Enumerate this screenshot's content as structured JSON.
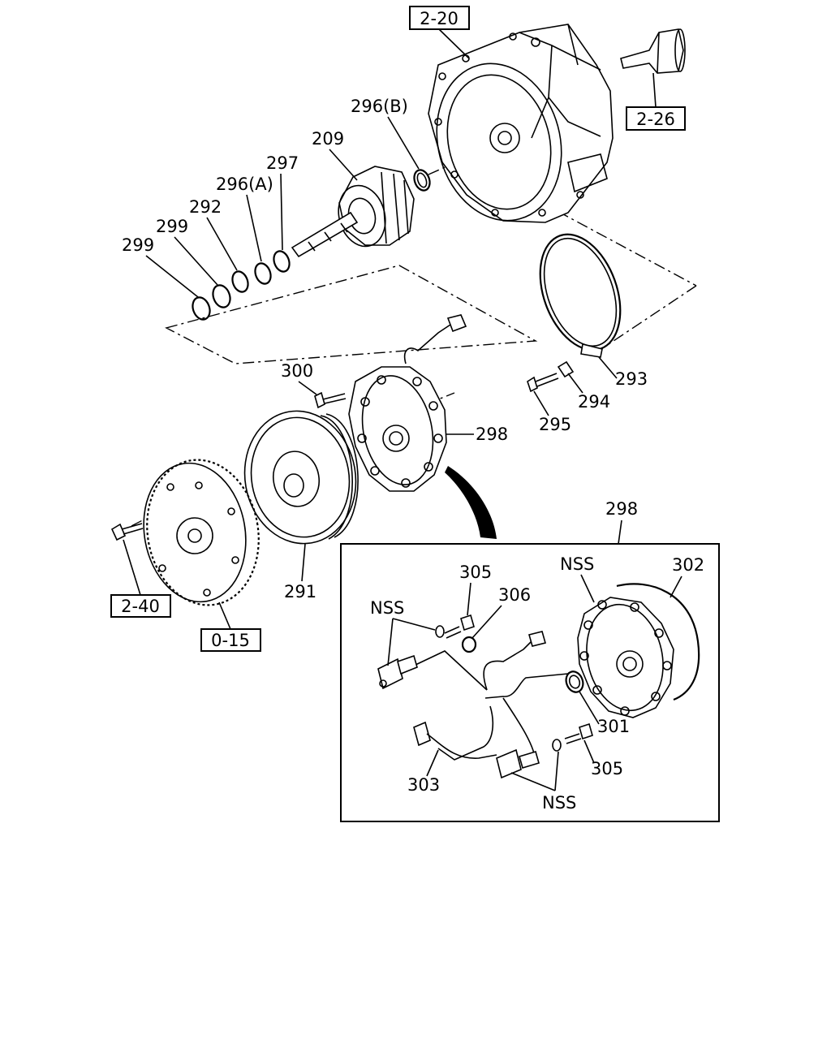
{
  "labels": {
    "ref_2_20": "2-20",
    "ref_2_26": "2-26",
    "ref_2_40": "2-40",
    "ref_0_15": "0-15",
    "p296b": "296(B)",
    "p209": "209",
    "p297": "297",
    "p296a": "296(A)",
    "p292": "292",
    "p299a": "299",
    "p299b": "299",
    "p300": "300",
    "p293": "293",
    "p294": "294",
    "p295": "295",
    "p298_main": "298",
    "p298_detail": "298",
    "p291": "291",
    "p305_top": "305",
    "p306": "306",
    "nss_left": "NSS",
    "nss_top": "NSS",
    "p302": "302",
    "p301": "301",
    "p305_bottom": "305",
    "p303": "303",
    "nss_bottom": "NSS"
  }
}
